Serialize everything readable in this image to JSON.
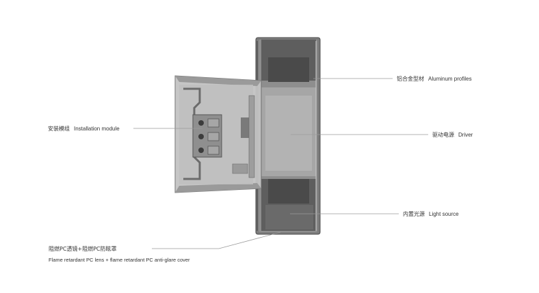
{
  "callouts": {
    "aluminum": {
      "cn": "铝合金型材",
      "en": "Aluminum profiles"
    },
    "installation": {
      "cn": "安装模组",
      "en": "Installation module"
    },
    "driver": {
      "cn": "驱动电源",
      "en": "Driver"
    },
    "light_source": {
      "cn": "内置光源",
      "en": "Light source"
    },
    "lens": {
      "cn": "阻燃PC透镜+阻燃PC防眩罩",
      "en": "Flame retardant PC lens + flame retardant PC anti-glare cover"
    }
  },
  "colors": {
    "housing": "#8e8e8e",
    "housing_dark": "#5a5a5a",
    "module": "#b8b8b8",
    "module_dark": "#707070",
    "leader": "#9a9a9a",
    "text": "#333333"
  }
}
